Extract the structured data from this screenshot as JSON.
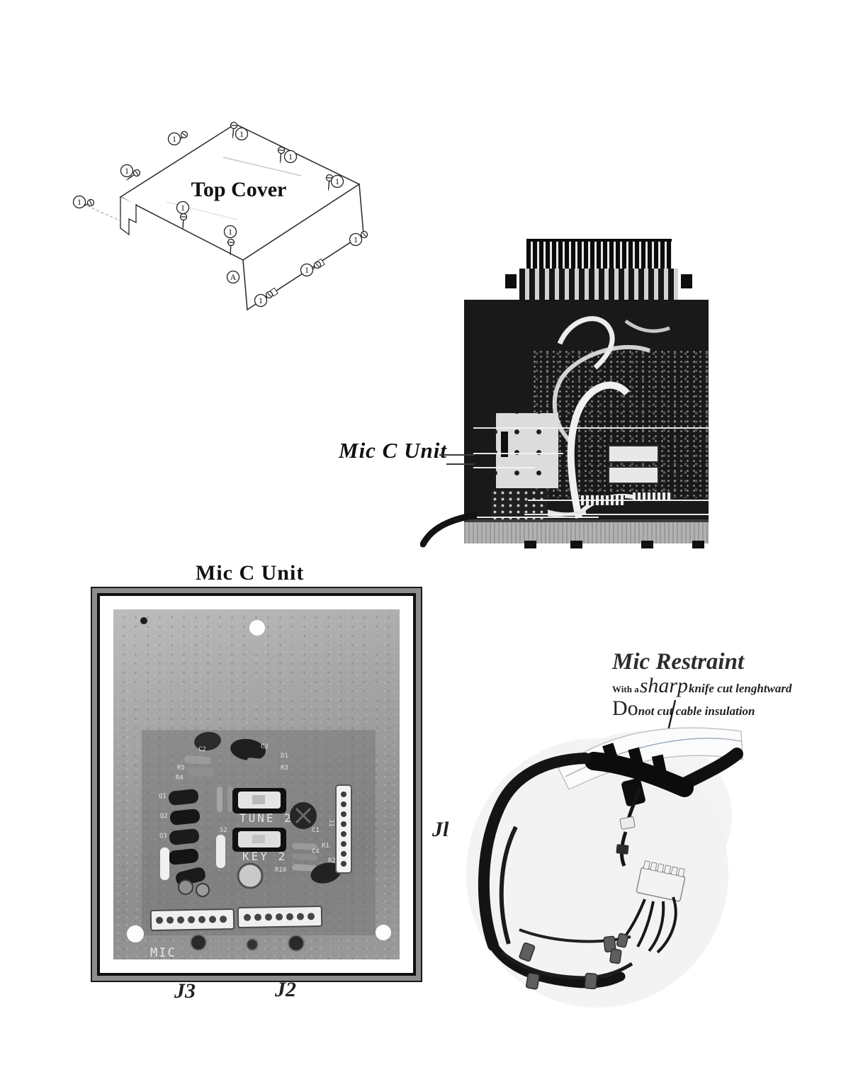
{
  "figures": {
    "top_cover": {
      "title": "Top Cover",
      "screw_callout": "1",
      "panel_callout": "A"
    },
    "radio": {
      "callout": "Mic C Unit"
    },
    "mic_c_unit": {
      "heading": "Mic C Unit",
      "labels": {
        "j1": "Jl",
        "j2": "J2",
        "j3": "J3"
      },
      "board_text": {
        "tune": "TUNE 2",
        "key": "KEY 2",
        "mic": "MIC"
      },
      "silk": [
        "C2",
        "C3",
        "D1",
        "R3",
        "R5",
        "R4",
        "Q1",
        "Q2",
        "Q3",
        "R10",
        "C1",
        "C4",
        "R1",
        "R2",
        "J1",
        "S2"
      ]
    },
    "mic_restraint": {
      "title": "Mic Restraint",
      "line2": {
        "small": "With a",
        "large": "sharp",
        "rest": "knife cut lenghtward"
      },
      "line3": {
        "large": "Do",
        "rest": "not cut cable insulation"
      }
    }
  }
}
